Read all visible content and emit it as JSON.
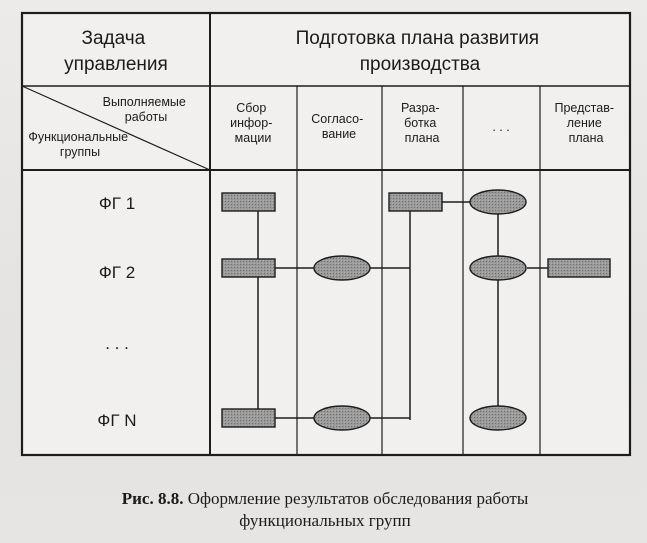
{
  "header": {
    "task_title": "Задача управления",
    "task_title_lines": [
      "Задача",
      "управления"
    ],
    "plan_title": "Подготовка плана развития производства",
    "plan_title_lines": [
      "Подготовка плана развития",
      "производства"
    ]
  },
  "corner": {
    "works_lines": [
      "Выполняемые",
      "работы"
    ],
    "groups_lines": [
      "Функциональные",
      "группы"
    ]
  },
  "columns": [
    {
      "lines": [
        "Сбор",
        "инфор-",
        "мации"
      ]
    },
    {
      "lines": [
        "Согласо-",
        "вание"
      ]
    },
    {
      "lines": [
        "Разра-",
        "ботка",
        "плана"
      ]
    },
    {
      "lines": [
        ". . ."
      ]
    },
    {
      "lines": [
        "Представ-",
        "ление",
        "плана"
      ]
    }
  ],
  "rows": [
    {
      "label": "ФГ 1"
    },
    {
      "label": "ФГ 2"
    },
    {
      "label": ". . ."
    },
    {
      "label": "ФГ N"
    }
  ],
  "caption": {
    "prefix": "Рис. 8.8.",
    "line1": "Оформление результатов обследования работы",
    "line2": "функциональных групп"
  },
  "colors": {
    "line": "#1d1d1d",
    "shape_fill": "#8e8e8e",
    "table_bg": "#f1f0ee"
  }
}
